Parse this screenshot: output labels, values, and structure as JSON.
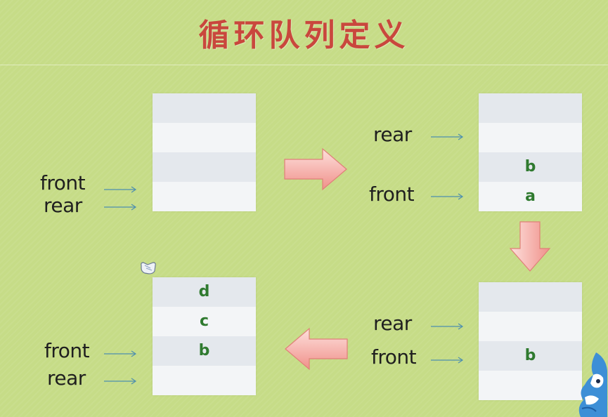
{
  "title": "循环队列定义",
  "panels": [
    {
      "slots": [
        "",
        "",
        "",
        ""
      ],
      "pointers": [
        "front",
        "rear"
      ]
    },
    {
      "slots": [
        "",
        "",
        "b",
        "a"
      ],
      "pointers": [
        "rear",
        "front"
      ]
    },
    {
      "slots": [
        "",
        "",
        "b",
        ""
      ],
      "pointers": [
        "rear",
        "front"
      ]
    },
    {
      "slots": [
        "d",
        "c",
        "b",
        ""
      ],
      "pointers": [
        "front",
        "rear"
      ]
    }
  ],
  "colors": {
    "background": "#c6dc87",
    "title": "#c9473d",
    "slot_text": "#2f7a2f",
    "transition_arrow": "#f4a39b"
  },
  "icons": [
    "right-arrow-icon",
    "down-arrow-icon",
    "left-arrow-icon",
    "hand-cursor-icon",
    "mascot-icon"
  ]
}
